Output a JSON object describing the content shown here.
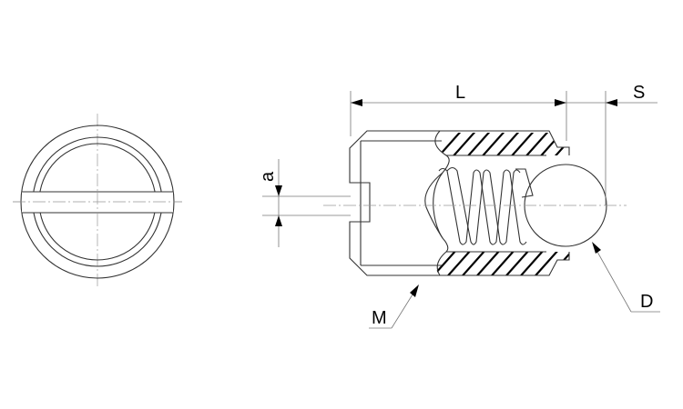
{
  "drawing": {
    "title": "Spring plunger with ball and slot - technical drawing",
    "views": [
      "end-view",
      "section-view"
    ]
  },
  "labels": {
    "length": "L",
    "stroke": "S",
    "slot_width": "a",
    "thread": "M",
    "ball_diameter": "D"
  },
  "colors": {
    "line": "#333333",
    "dimension": "#777777",
    "hatch": "#000000",
    "background": "#ffffff"
  }
}
